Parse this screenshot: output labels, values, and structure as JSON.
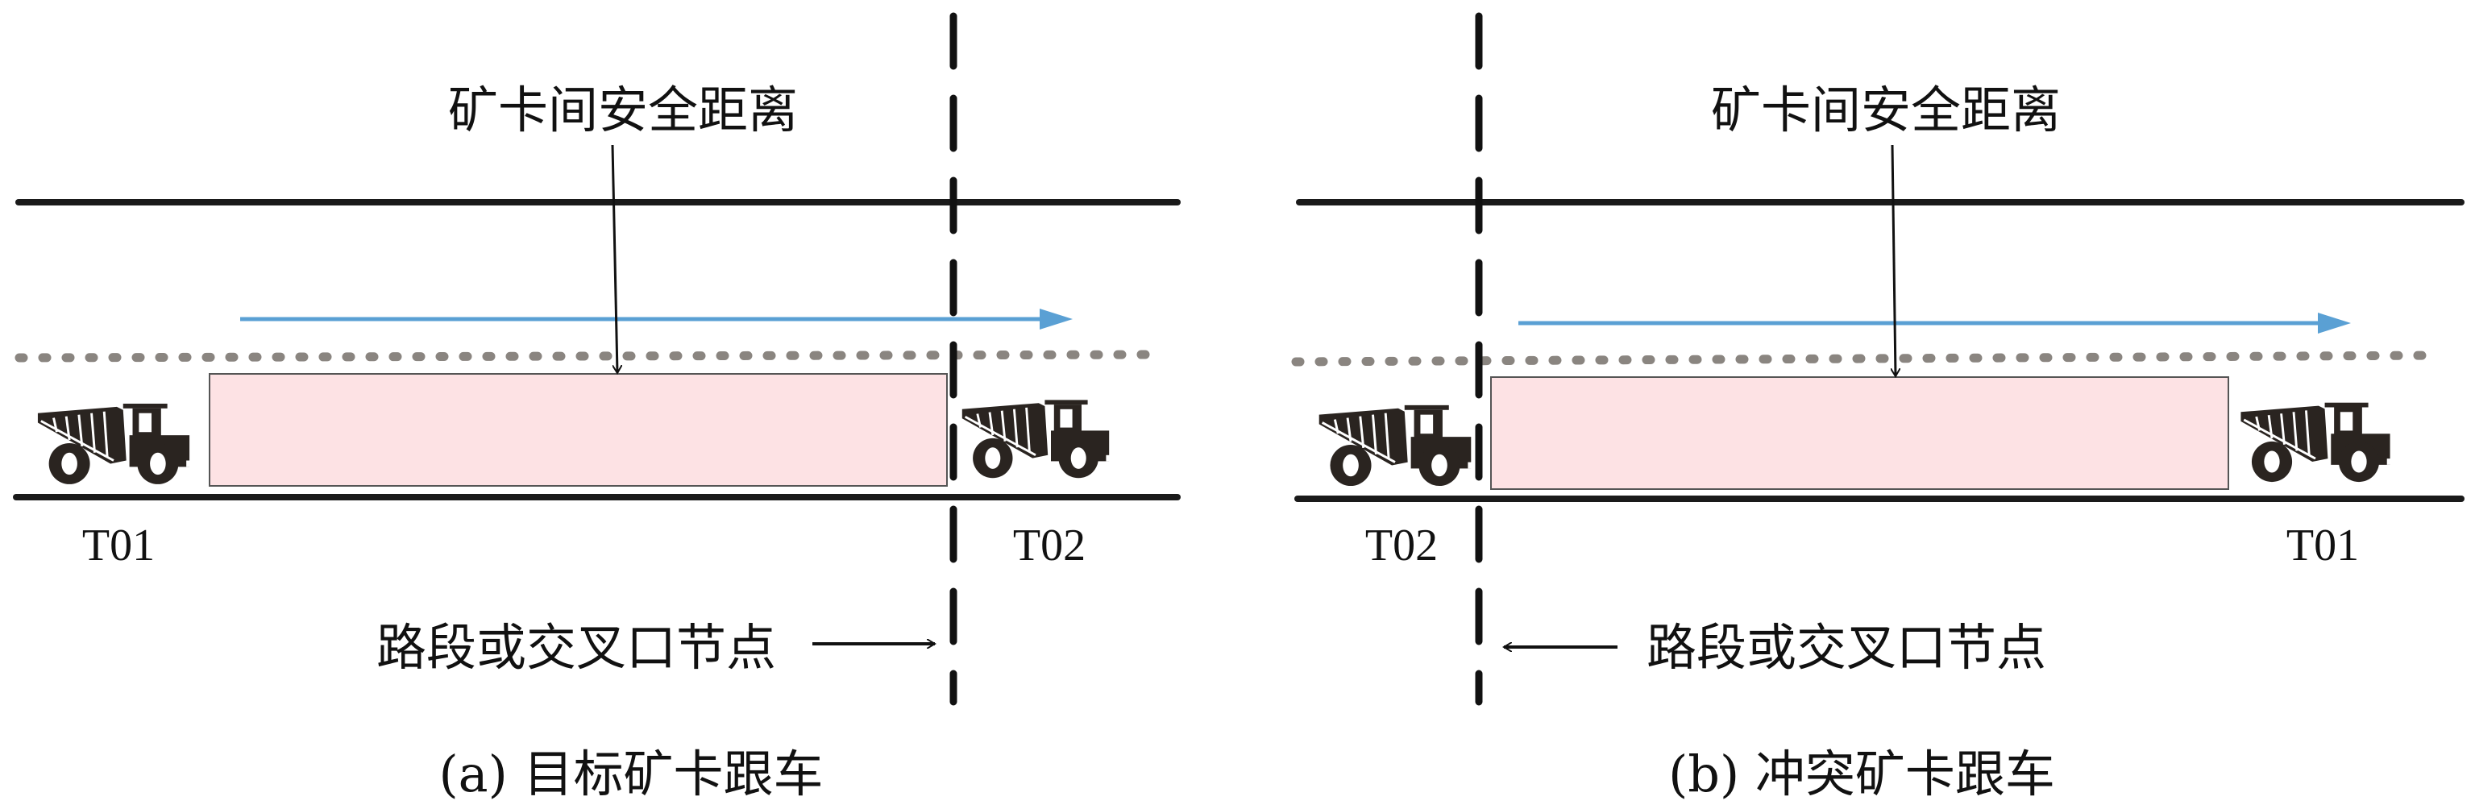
{
  "panels": [
    {
      "safety_label": "矿卡间安全距离",
      "truck_left": "T01",
      "truck_right": "T02",
      "node_label": "路段或交叉口节点",
      "caption": "(a) 目标矿卡跟车"
    },
    {
      "safety_label": "矿卡间安全距离",
      "truck_left": "T02",
      "truck_right": "T01",
      "node_label": "路段或交叉口节点",
      "caption": "(b) 冲突矿卡跟车"
    }
  ],
  "colors": {
    "road": "#1a1a1a",
    "lane_dots": "#8a8580",
    "direction_arrow": "#5aa0d4",
    "safety_zone": "#fde2e4"
  }
}
